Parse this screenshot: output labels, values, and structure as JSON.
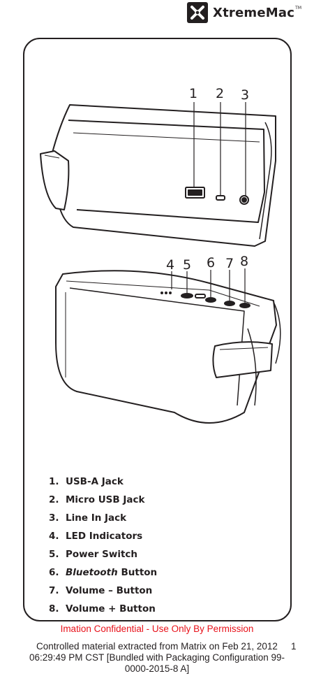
{
  "brand": {
    "name": "XtremeMac",
    "trademark": "TM"
  },
  "callouts": [
    "1",
    "2",
    "3",
    "4",
    "5",
    "6",
    "7",
    "8"
  ],
  "legend": [
    {
      "num": "1.",
      "label": "USB-A Jack"
    },
    {
      "num": "2.",
      "label": "Micro USB Jack"
    },
    {
      "num": "3.",
      "label": "Line In Jack"
    },
    {
      "num": "4.",
      "label": "LED Indicators"
    },
    {
      "num": "5.",
      "label": "Power Switch"
    },
    {
      "num": "6.",
      "label_italic": "Bluetooth",
      "label": " Button"
    },
    {
      "num": "7.",
      "label": "Volume – Button"
    },
    {
      "num": "8.",
      "label": "Volume + Button"
    }
  ],
  "confidential": "Imation Confidential - Use Only By Permission",
  "footer": {
    "line1": "Controlled material extracted from Matrix on Feb 21, 2012",
    "line2": "06:29:49 PM CST [Bundled with Packaging Configuration 99-",
    "line3": "0000-2015-8 A]",
    "page": "1"
  }
}
